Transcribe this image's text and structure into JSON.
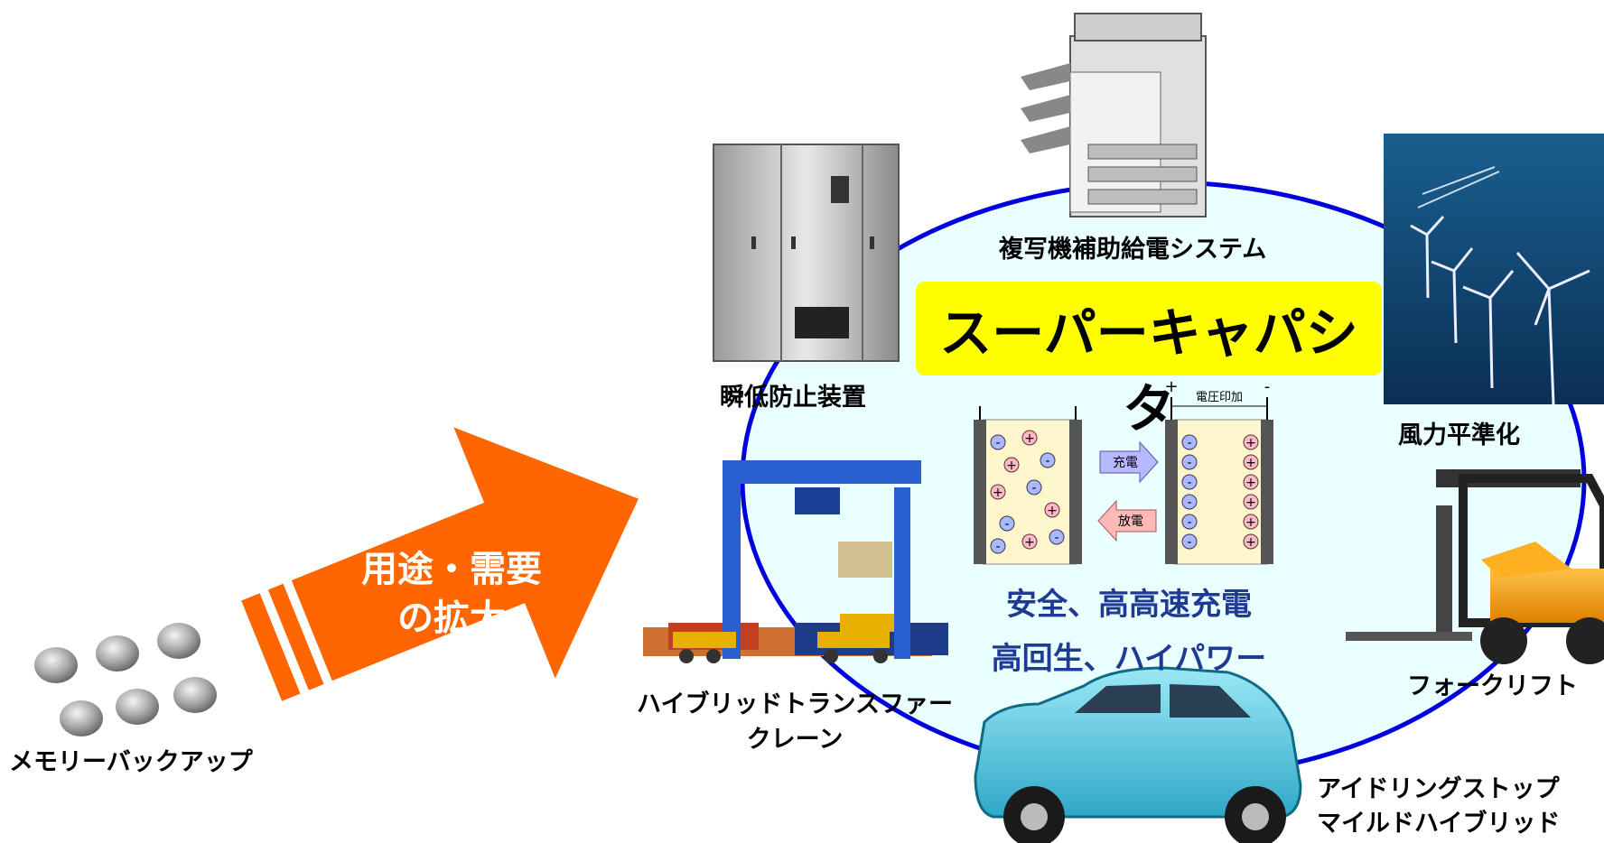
{
  "arrow": {
    "line1": "用途・需要",
    "line2": "の拡大",
    "color": "#ff6600"
  },
  "center": {
    "title": "スーパーキャパシタ",
    "feature1": "安全、高高速充電",
    "feature2": "高回生、ハイパワー",
    "circle_color": "#0000dd",
    "fill_color": "#eaffff",
    "title_bg": "#ffff00"
  },
  "diagram": {
    "charge_label": "充電",
    "discharge_label": "放電",
    "voltage_label": "電圧印加",
    "plus": "+",
    "minus": "-"
  },
  "applications": {
    "memory_backup": "メモリーバックアップ",
    "copier": "複写機補助給電システム",
    "voltage_sag": "瞬低防止装置",
    "wind": "風力平準化",
    "crane_line1": "ハイブリッドトランスファー",
    "crane_line2": "クレーン",
    "forklift": "フォークリフト",
    "car_line1": "アイドリングストップ",
    "car_line2": "マイルドハイブリッド"
  }
}
